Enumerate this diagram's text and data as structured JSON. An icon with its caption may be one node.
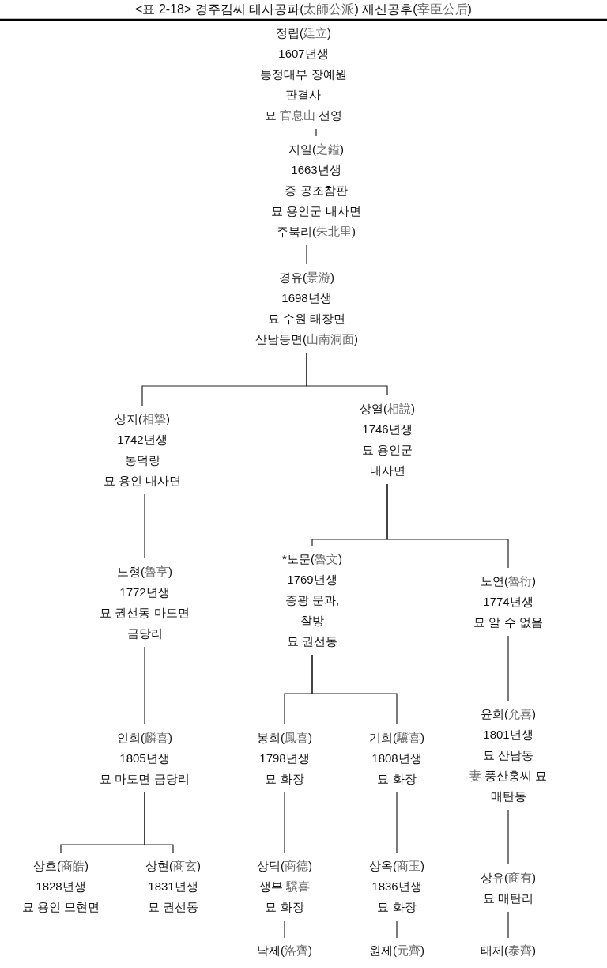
{
  "diagram": {
    "title": "<표 2-18> 경주김씨 태사공파(太師公派) 재신공후(宰臣公后)",
    "nodes": [
      {
        "text": [
          "정립(廷立)",
          "1607년생",
          "통정대부 장예원",
          "판결사",
          "묘 官息山 선영"
        ]
      },
      {
        "text": [
          "지일(之鎰)",
          "1663년생",
          "증 공조참판",
          "묘 용인군 내사면",
          "주북리(朱北里)"
        ]
      },
      {
        "text": [
          "경유(景游)",
          "1698년생",
          "묘 수원 태장면",
          "산남동면(山南洞面)"
        ]
      },
      {
        "text": [
          "상지(相摯)",
          "1742년생",
          "통덕랑",
          "묘 용인 내사면"
        ]
      },
      {
        "text": [
          "상열(相說)",
          "1746년생",
          "묘 용인군",
          "내사면"
        ]
      },
      {
        "text": [
          "노형(魯亨)",
          "1772년생",
          "묘 권선동 마도면",
          "금당리"
        ]
      },
      {
        "text": [
          "*노문(魯文)",
          "1769년생",
          "증광 문과,",
          "찰방",
          "묘 권선동"
        ]
      },
      {
        "text": [
          "노연(魯衍)",
          "1774년생",
          "묘 알 수 없음"
        ]
      },
      {
        "text": [
          "인희(麟喜)",
          "1805년생",
          "묘 마도면 금당리"
        ]
      },
      {
        "text": [
          "봉희(鳳喜)",
          "1798년생",
          "묘 화장"
        ]
      },
      {
        "text": [
          "기희(驥喜)",
          "1808년생",
          "묘 화장"
        ]
      },
      {
        "text": [
          "윤희(允喜)",
          "1801년생",
          "묘 산남동",
          "妻 풍산홍씨 묘",
          "매탄동"
        ]
      },
      {
        "text": [
          "상호(商皓)",
          "1828년생",
          "묘 용인 모현면"
        ]
      },
      {
        "text": [
          "상현(商玄)",
          "1831년생",
          "묘 권선동"
        ]
      },
      {
        "text": [
          "상덕(商德)",
          "생부 驥喜",
          "묘 화장"
        ]
      },
      {
        "text": [
          "상옥(商玉)",
          "1836년생",
          "묘 화장"
        ]
      },
      {
        "text": [
          "상유(商有)",
          "묘 매탄리"
        ]
      },
      {
        "text": [
          "낙제(洛齊)"
        ]
      },
      {
        "text": [
          "원제(元齊)"
        ]
      },
      {
        "text": [
          "태제(泰齊)"
        ]
      }
    ],
    "edges": [
      {
        "from": 0,
        "to": 1,
        "arrow": "none"
      },
      {
        "from": 1,
        "to": 2,
        "arrow": "none"
      },
      {
        "from": 2,
        "to": 3,
        "arrow": "none"
      },
      {
        "from": 2,
        "to": 4,
        "arrow": "none"
      },
      {
        "from": 3,
        "to": 5,
        "arrow": "none"
      },
      {
        "from": 4,
        "to": 6,
        "arrow": "none"
      },
      {
        "from": 4,
        "to": 7,
        "arrow": "none"
      },
      {
        "from": 5,
        "to": 8,
        "arrow": "none"
      },
      {
        "from": 6,
        "to": 9,
        "arrow": "none"
      },
      {
        "from": 6,
        "to": 10,
        "arrow": "none"
      },
      {
        "from": 7,
        "to": 11,
        "arrow": "none"
      },
      {
        "from": 8,
        "to": 12,
        "arrow": "none"
      },
      {
        "from": 8,
        "to": 13,
        "arrow": "none"
      },
      {
        "from": 9,
        "to": 14,
        "arrow": "none"
      },
      {
        "from": 10,
        "to": 15,
        "arrow": "none"
      },
      {
        "from": 11,
        "to": 16,
        "arrow": "none"
      },
      {
        "from": 14,
        "to": 17,
        "arrow": "none"
      },
      {
        "from": 15,
        "to": 18,
        "arrow": "none"
      },
      {
        "from": 16,
        "to": 19,
        "arrow": "none"
      }
    ]
  }
}
